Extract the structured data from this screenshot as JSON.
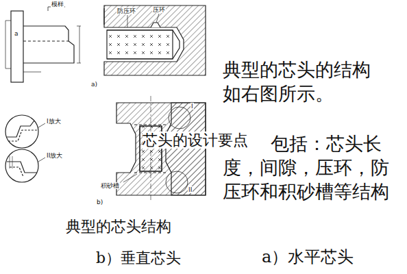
{
  "diagram": {
    "caption": "典型的芯头结构",
    "labels": [
      "典型的芯头的结构如右图所示。",
      "芯头的设计要点",
      "包括：芯头长度，间隙，压环，防压环和积砂槽等结构",
      "a）水平芯头",
      "b）垂直芯头",
      "模样",
      "防压环",
      "压环",
      "积砂槽",
      "I放大",
      "II放大",
      "a)",
      "b)",
      "I",
      "II",
      "a"
    ]
  }
}
